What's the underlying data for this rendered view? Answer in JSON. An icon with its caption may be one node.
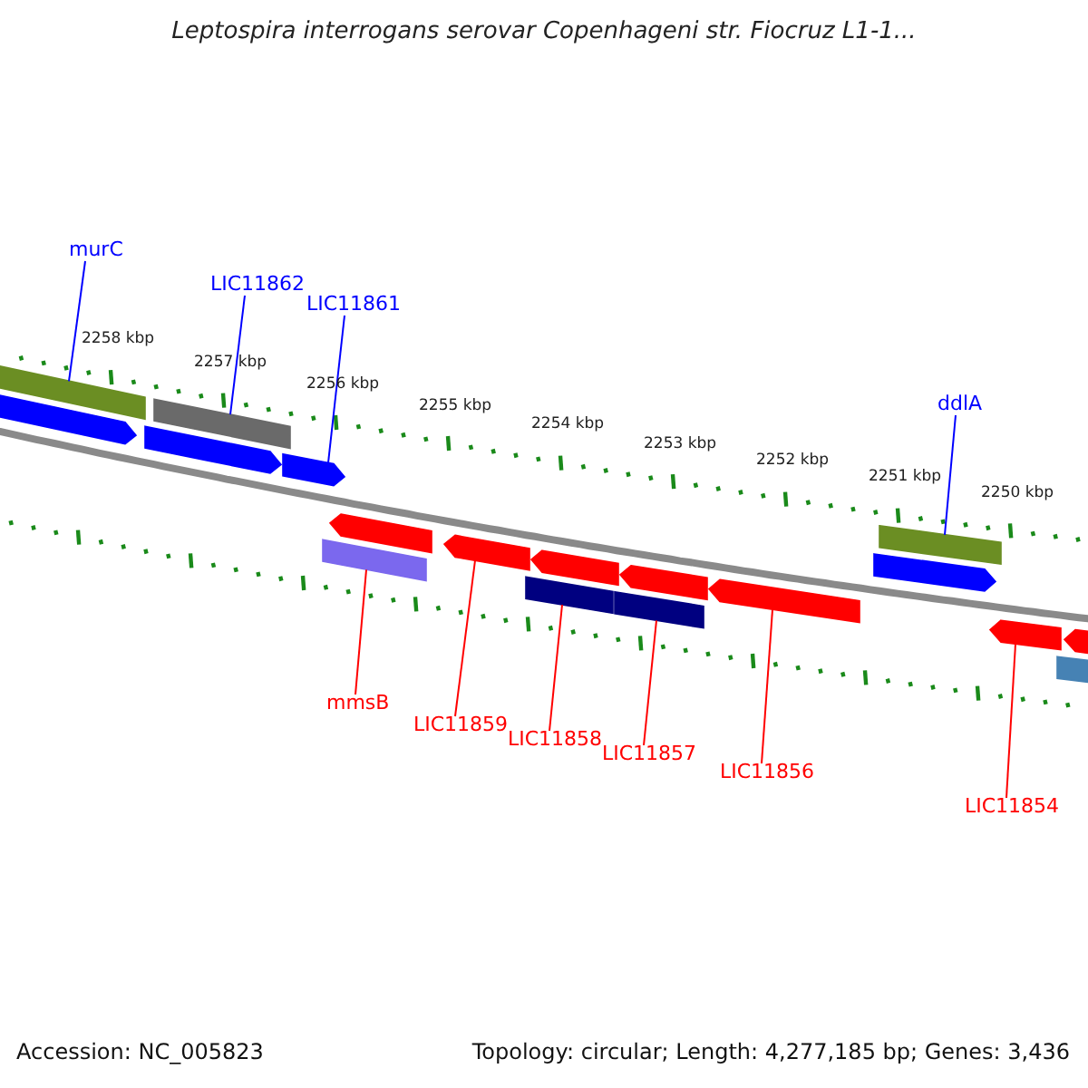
{
  "diagram": {
    "title": "Leptospira interrogans serovar Copenhageni str. Fiocruz L1-1...",
    "nodes": [
      {
        "text": [
          "murC"
        ]
      },
      {
        "text": [
          "LIC11862"
        ]
      },
      {
        "text": [
          "LIC11861"
        ]
      },
      {
        "text": [
          "ddlA"
        ]
      },
      {
        "text": [],
        "shape": "bar"
      },
      {
        "text": [],
        "shape": "bar"
      },
      {
        "text": [],
        "shape": "bar"
      },
      {
        "text": [],
        "shape": "bar"
      },
      {
        "text": [],
        "shape": "bar"
      },
      {
        "text": [],
        "shape": "bar"
      },
      {
        "text": [],
        "shape": "bar"
      },
      {
        "text": [],
        "shape": "bar"
      },
      {
        "text": [],
        "shape": "bar"
      },
      {
        "text": [],
        "shape": "bar"
      },
      {
        "text": [],
        "shape": "bar"
      },
      {
        "text": [],
        "shape": "bar"
      },
      {
        "text": [],
        "shape": "bar"
      },
      {
        "text": [],
        "shape": "bar"
      },
      {
        "text": [],
        "shape": "bar"
      },
      {
        "text": [],
        "shape": "bar"
      },
      {
        "text": [],
        "shape": "bar"
      },
      {
        "text": [],
        "shape": "bar"
      },
      {
        "text": [
          "mmsB"
        ]
      },
      {
        "text": [
          "LIC11859"
        ]
      },
      {
        "text": [
          "LIC11858"
        ]
      },
      {
        "text": [
          "LIC11857"
        ]
      },
      {
        "text": [
          "LIC11856"
        ]
      },
      {
        "text": [
          "LIC11854"
        ]
      }
    ],
    "edges": [
      {
        "from": 0,
        "to": 4,
        "arrow": "none",
        "color": "#0000ff"
      },
      {
        "from": 1,
        "to": 6,
        "arrow": "none",
        "color": "#0000ff"
      },
      {
        "from": 2,
        "to": 8,
        "arrow": "none",
        "color": "#0000ff"
      },
      {
        "from": 3,
        "to": 17,
        "arrow": "none",
        "color": "#0000ff"
      },
      {
        "from": 22,
        "to": 10,
        "arrow": "none"
      },
      {
        "from": 23,
        "to": 11,
        "arrow": "none"
      },
      {
        "from": 24,
        "to": 13,
        "arrow": "none"
      },
      {
        "from": 25,
        "to": 15,
        "arrow": "none"
      },
      {
        "from": 26,
        "to": 16,
        "arrow": "none"
      },
      {
        "from": 27,
        "to": 19,
        "arrow": "none"
      }
    ],
    "labels": [
      "2258 kbp",
      "2257 kbp",
      "2256 kbp",
      "2255 kbp",
      "2254 kbp",
      "2253 kbp",
      "2252 kbp",
      "2251 kbp",
      "2250 kbp",
      "Accession: NC_005823",
      "Topology: circular; Length: 4,277,185 bp; Genes: 3,436"
    ]
  }
}
